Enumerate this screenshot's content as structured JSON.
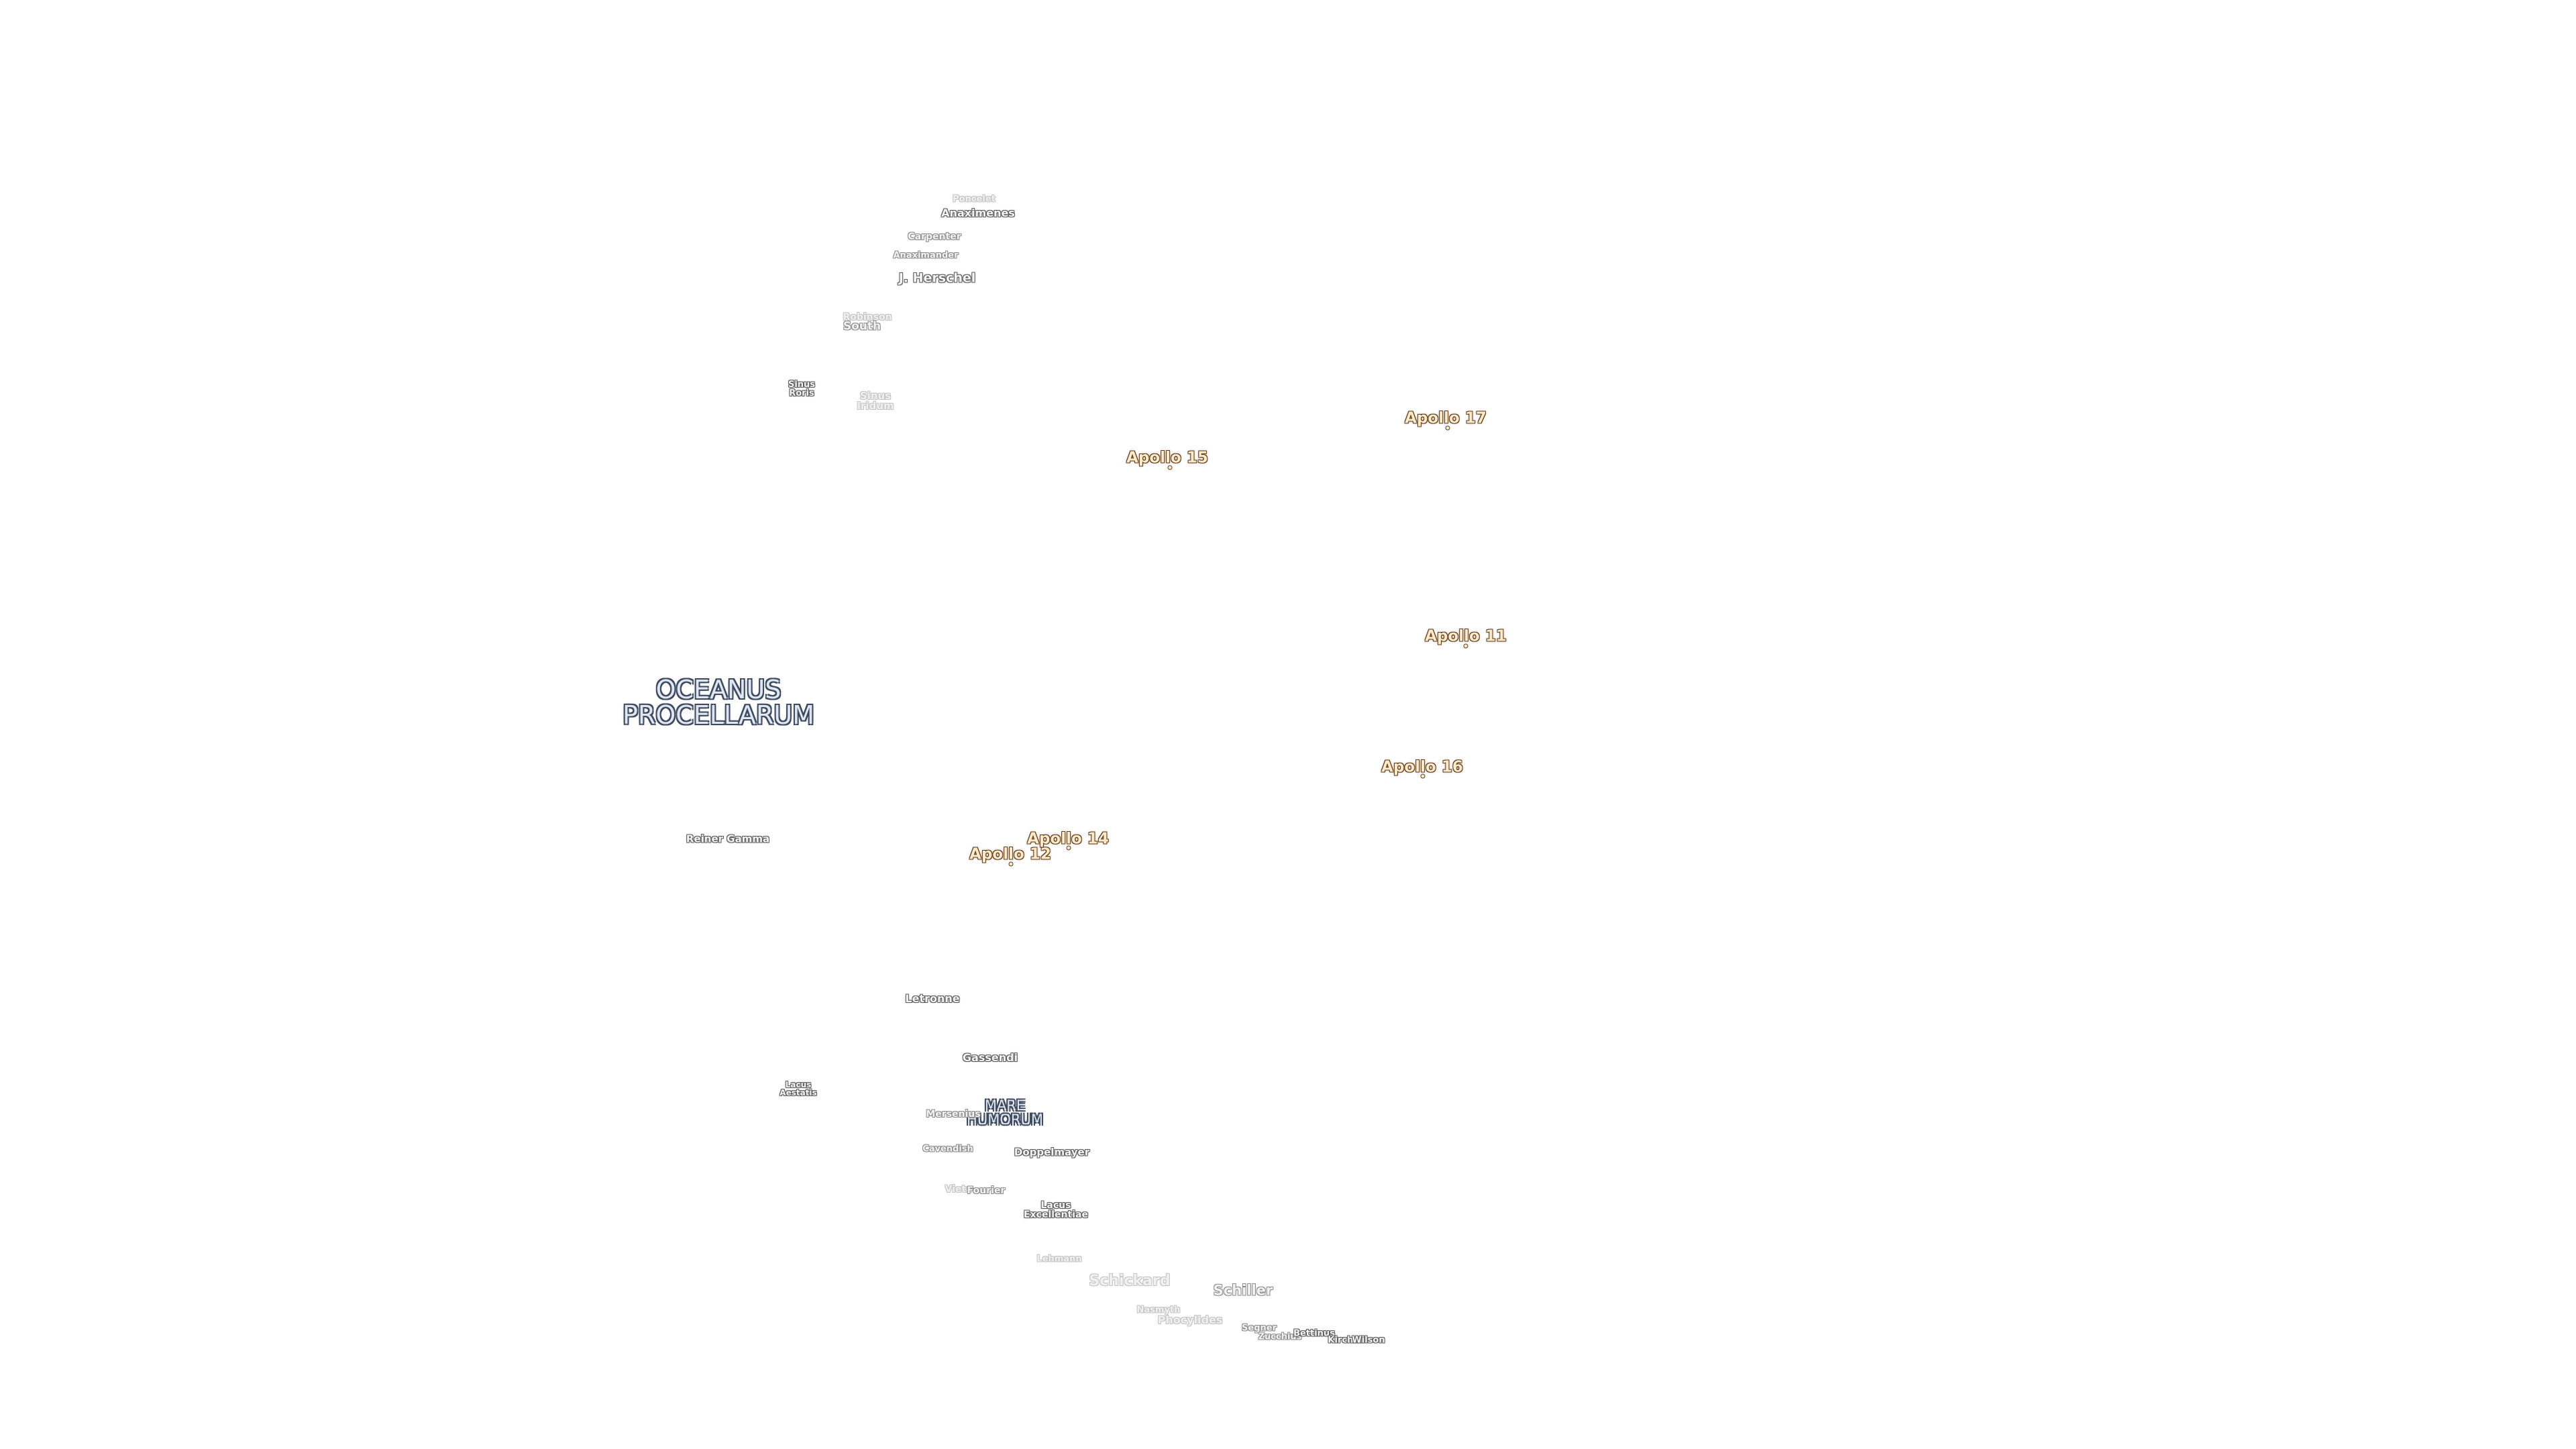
{
  "features": {
    "poncelet": "Poncelet",
    "anaximenes": "Anaximenes",
    "carpenter": "Carpenter",
    "anaximander": "Anaximander",
    "j_herschel": "J. Herschel",
    "robinson": "Robinson",
    "south": "South",
    "sinus_roris": "Sinus\nRoris",
    "sinus_iridum": "Sinus\nIridum",
    "oceanus_procellarum": "OCEANUS\nPROCELLARUM",
    "reiner_gamma": "Reiner Gamma",
    "letronne": "Letronne",
    "gassendi": "Gassendi",
    "lacus_aestatis": "Lacus\nAestatis",
    "mersenius": "Mersenius",
    "mare_humorum": "MARE\nHUMORUM",
    "cavendish": "Cavendish",
    "doppelmayer": "Doppelmayer",
    "vieta": "Vieta",
    "fourier": "Fourier",
    "lacus_excellentiae": "Lacus\nExcellentiae",
    "lehmann": "Lehmann",
    "schickard": "Schickard",
    "schiller": "Schiller",
    "nasmyth": "Nasmyth",
    "phocylides": "Phocylides",
    "segner": "Segner",
    "zucchius": "Zucchius",
    "bettinus": "Bettinus",
    "kircher": "Kircher",
    "wilson": "Wilson"
  },
  "landing_sites": {
    "apollo_17": "Apollo 17",
    "apollo_15": "Apollo 15",
    "apollo_11": "Apollo 11",
    "apollo_16": "Apollo 16",
    "apollo_14": "Apollo 14",
    "apollo_12": "Apollo 12"
  },
  "colors": {
    "background": "#ffffff",
    "crater_fill": "#f4f4f4",
    "crater_outline": "#5a5a5a",
    "mare_fill": "#dde6f2",
    "mare_outline": "#3e4a5c",
    "apollo_fill": "#fbe9c8",
    "apollo_outline": "#5b3b1a"
  }
}
